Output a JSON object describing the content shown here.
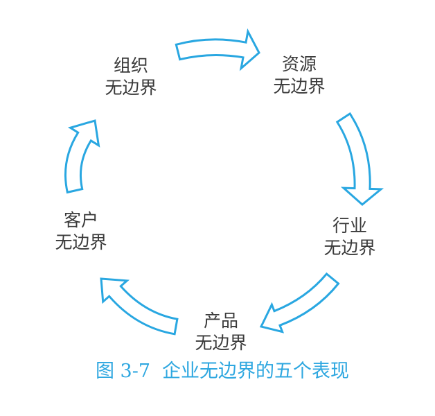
{
  "figure": {
    "nodes": [
      {
        "id": "organization",
        "line1": "组织",
        "line2": "无边界"
      },
      {
        "id": "resource",
        "line1": "资源",
        "line2": "无边界"
      },
      {
        "id": "industry",
        "line1": "行业",
        "line2": "无边界"
      },
      {
        "id": "product",
        "line1": "产品",
        "line2": "无边界"
      },
      {
        "id": "customer",
        "line1": "客户",
        "line2": "无边界"
      }
    ],
    "edges": [
      {
        "from": "organization",
        "to": "resource"
      },
      {
        "from": "resource",
        "to": "industry"
      },
      {
        "from": "industry",
        "to": "product"
      },
      {
        "from": "product",
        "to": "customer"
      },
      {
        "from": "customer",
        "to": "organization"
      }
    ],
    "caption": {
      "figure_label": "图 3-7",
      "title": "企业无边界的五个表现"
    },
    "colors": {
      "arrow": "#29a7e1",
      "caption_text": "#2ea7e0",
      "label_text": "#3a3a3a",
      "background": "#ffffff"
    }
  }
}
